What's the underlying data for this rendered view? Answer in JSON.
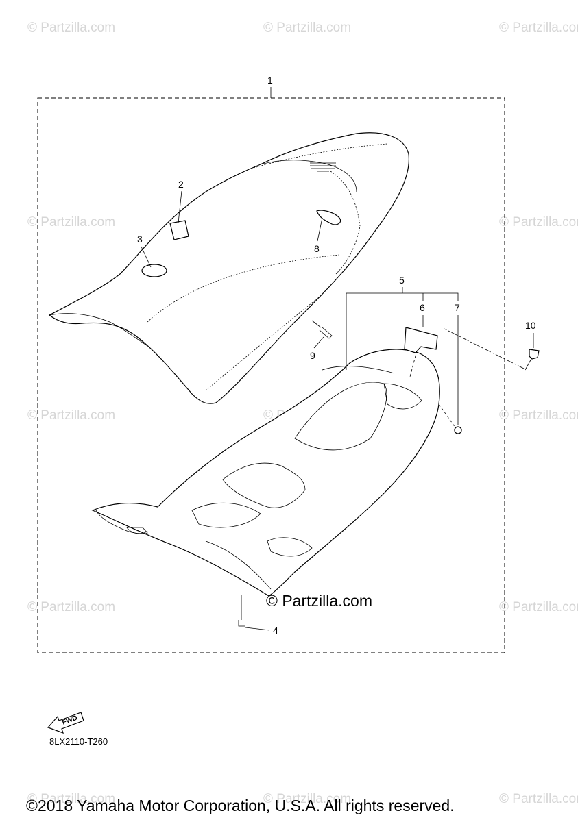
{
  "watermark": {
    "text": "© Partzilla.com",
    "center_text": "© Partzilla.com"
  },
  "callouts": {
    "c1": "1",
    "c2": "2",
    "c3": "3",
    "c4": "4",
    "c5": "5",
    "c6": "6",
    "c7": "7",
    "c8": "8",
    "c9": "9",
    "c10": "10"
  },
  "fwd_label": "FWD",
  "diagram_code": "8LX2110-T260",
  "copyright": "©2018 Yamaha Motor Corporation, U.S.A. All rights reserved."
}
